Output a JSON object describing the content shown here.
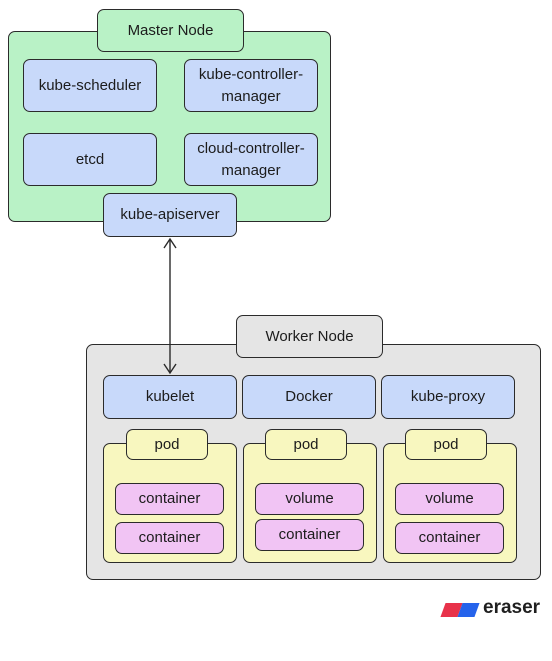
{
  "master": {
    "title": "Master Node",
    "scheduler": "kube-scheduler",
    "controller_manager": "kube-controller-\nmanager",
    "etcd": "etcd",
    "cloud_controller_manager": "cloud-controller-\nmanager",
    "apiserver": "kube-apiserver"
  },
  "worker": {
    "title": "Worker Node",
    "kubelet": "kubelet",
    "docker": "Docker",
    "kube_proxy": "kube-proxy",
    "pods": [
      {
        "title": "pod",
        "items": [
          "container",
          "container"
        ]
      },
      {
        "title": "pod",
        "items": [
          "volume",
          "container"
        ]
      },
      {
        "title": "pod",
        "items": [
          "volume",
          "container"
        ]
      }
    ]
  },
  "colors": {
    "master": "#b9f2c6",
    "component": "#c8d9fa",
    "worker": "#e5e5e5",
    "pod": "#f8f7bf",
    "container": "#f1c4f4"
  },
  "watermark": "eraser"
}
